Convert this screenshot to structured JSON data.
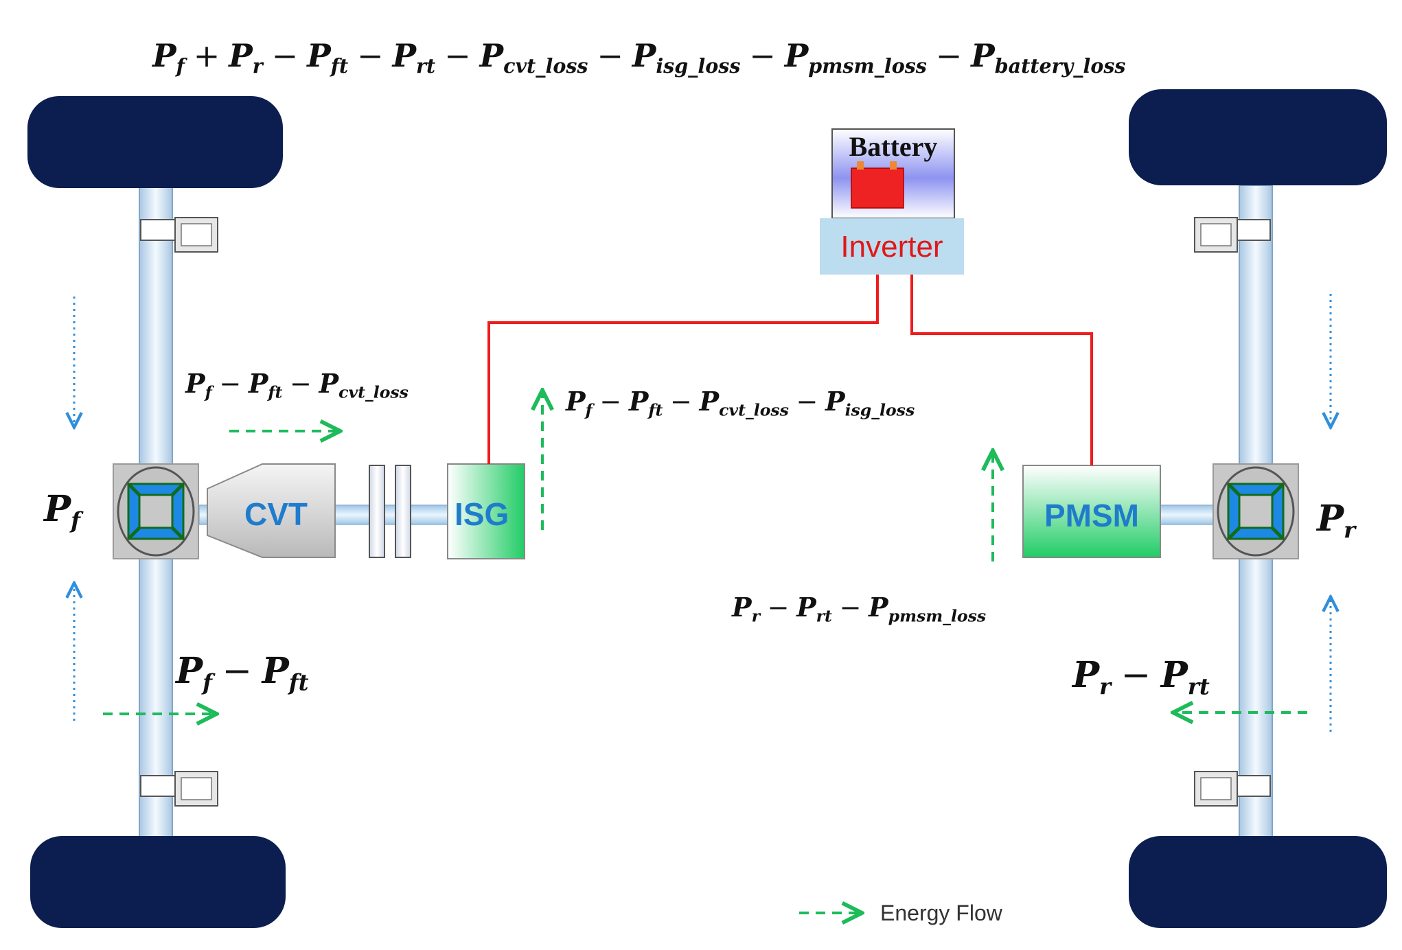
{
  "equations": {
    "total": [
      {
        "base": "P",
        "sub": "f"
      },
      {
        "op": "+"
      },
      {
        "base": "P",
        "sub": "r"
      },
      {
        "op": "−"
      },
      {
        "base": "P",
        "sub": "ft"
      },
      {
        "op": "−"
      },
      {
        "base": "P",
        "sub": "rt"
      },
      {
        "op": "−"
      },
      {
        "base": "P",
        "sub": "cvt_loss"
      },
      {
        "op": "−"
      },
      {
        "base": "P",
        "sub": "isg_loss"
      },
      {
        "op": "−"
      },
      {
        "base": "P",
        "sub": "pmsm_loss"
      },
      {
        "op": "−"
      },
      {
        "base": "P",
        "sub": "battery_loss"
      }
    ],
    "front_power": [
      {
        "base": "P",
        "sub": "f"
      }
    ],
    "rear_power": [
      {
        "base": "P",
        "sub": "r"
      }
    ],
    "front_after_tire": [
      {
        "base": "P",
        "sub": "f"
      },
      {
        "op": "−"
      },
      {
        "base": "P",
        "sub": "ft"
      }
    ],
    "rear_after_tire": [
      {
        "base": "P",
        "sub": "r"
      },
      {
        "op": "−"
      },
      {
        "base": "P",
        "sub": "rt"
      }
    ],
    "front_after_cvt": [
      {
        "base": "P",
        "sub": "f"
      },
      {
        "op": "−"
      },
      {
        "base": "P",
        "sub": "ft"
      },
      {
        "op": "−"
      },
      {
        "base": "P",
        "sub": "cvt_loss"
      }
    ],
    "front_after_isg": [
      {
        "base": "P",
        "sub": "f"
      },
      {
        "op": "−"
      },
      {
        "base": "P",
        "sub": "ft"
      },
      {
        "op": "−"
      },
      {
        "base": "P",
        "sub": "cvt_loss"
      },
      {
        "op": "−"
      },
      {
        "base": "P",
        "sub": "isg_loss"
      }
    ],
    "rear_after_pmsm": [
      {
        "base": "P",
        "sub": "r"
      },
      {
        "op": "−"
      },
      {
        "base": "P",
        "sub": "rt"
      },
      {
        "op": "−"
      },
      {
        "base": "P",
        "sub": "pmsm_loss"
      }
    ]
  },
  "components": {
    "battery": "Battery",
    "inverter": "Inverter",
    "cvt": "CVT",
    "isg": "ISG",
    "pmsm": "PMSM"
  },
  "legend": {
    "energy_flow": "Energy  Flow"
  },
  "colors": {
    "tire": "#0c1e4f",
    "axle": "#cfe3f4",
    "electric_line": "#ee1c1c",
    "energy_flow": "#1dbb5a",
    "wheel_flow": "#2f8fdc",
    "inverter_fill": "#bcdcef",
    "inverter_text": "#e11818",
    "battery_cell": "#ee2222",
    "label_blue": "#1f7ccc"
  }
}
